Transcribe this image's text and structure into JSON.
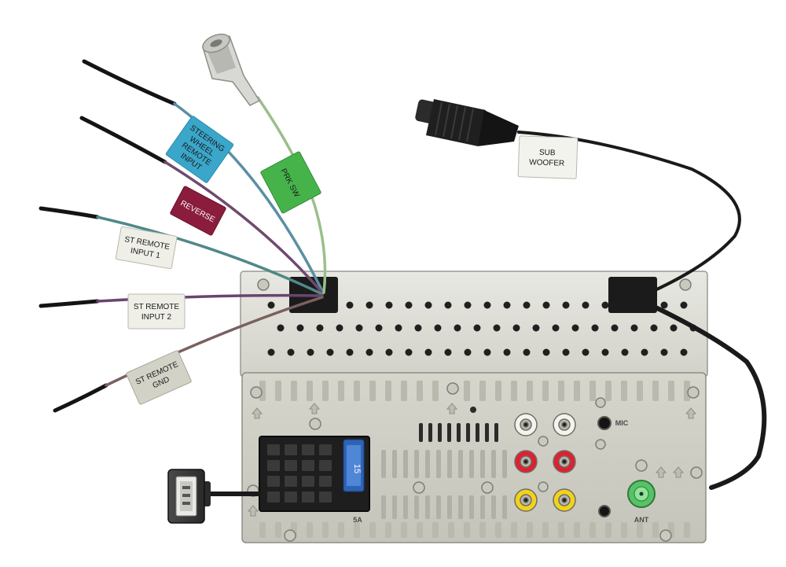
{
  "labels": {
    "steering": [
      "STEERING",
      "WHEEL",
      "REMOTE",
      "INPUT"
    ],
    "prk_sw": "PRK  SW",
    "reverse": "REVERSE",
    "st_remote_input_1": [
      "ST REMOTE",
      "INPUT 1"
    ],
    "st_remote_input_2": [
      "ST REMOTE",
      "INPUT 2"
    ],
    "st_remote_gnd": [
      "ST REMOTE",
      "GND"
    ],
    "sub_woofer": [
      "SUB",
      "WOOFER"
    ],
    "fuse": "15",
    "fuse_amp": "5A",
    "mic": "MIC",
    "ant": "ANT"
  },
  "colors": {
    "steering_tag": "#3aa6c9",
    "prk_tag": "#45b34a",
    "reverse_tag": "#8a1c3c",
    "white_tag": "#efefe8",
    "gnd_tag": "#d2d2c6",
    "chassis": "#dcdcd4",
    "wire_black": "#1c1c1c",
    "fuse_blue": "#2e63b6"
  }
}
